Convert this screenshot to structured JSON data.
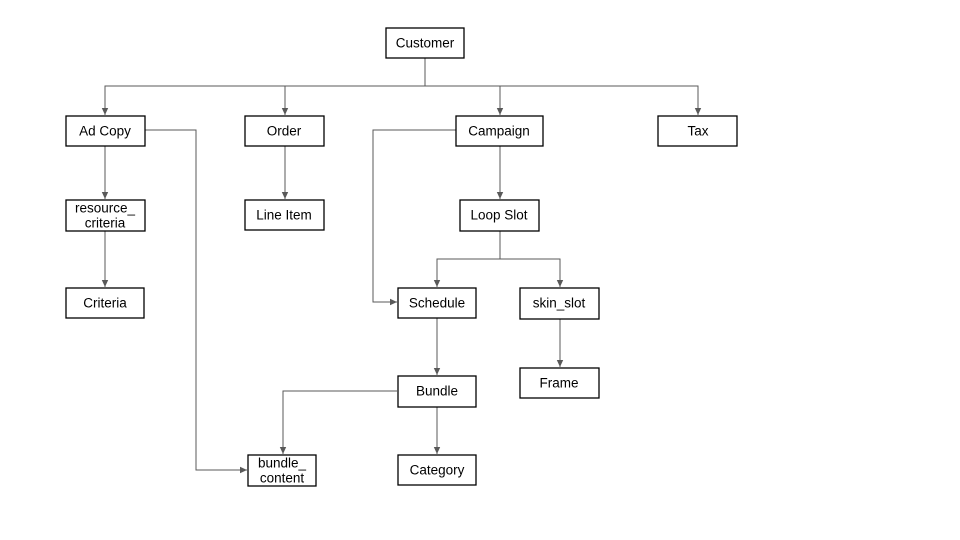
{
  "colors": {
    "box_border": "#000000",
    "box_fill": "#ffffff",
    "connector": "#595959",
    "text": "#000000"
  },
  "nodes": {
    "customer": {
      "lines": [
        "Customer"
      ]
    },
    "ad_copy": {
      "lines": [
        "Ad Copy"
      ]
    },
    "order": {
      "lines": [
        "Order"
      ]
    },
    "campaign": {
      "lines": [
        "Campaign"
      ]
    },
    "tax": {
      "lines": [
        "Tax"
      ]
    },
    "resource_criteria": {
      "lines": [
        "resource_",
        "criteria"
      ]
    },
    "line_item": {
      "lines": [
        "Line Item"
      ]
    },
    "loop_slot": {
      "lines": [
        "Loop Slot"
      ]
    },
    "criteria": {
      "lines": [
        "Criteria"
      ]
    },
    "schedule": {
      "lines": [
        "Schedule"
      ]
    },
    "skin_slot": {
      "lines": [
        "skin_slot"
      ]
    },
    "frame": {
      "lines": [
        "Frame"
      ]
    },
    "bundle": {
      "lines": [
        "Bundle"
      ]
    },
    "bundle_content": {
      "lines": [
        "bundle_",
        "content"
      ]
    },
    "category": {
      "lines": [
        "Category"
      ]
    }
  },
  "edges": [
    {
      "from": "customer",
      "to": "ad_copy"
    },
    {
      "from": "customer",
      "to": "order"
    },
    {
      "from": "customer",
      "to": "campaign"
    },
    {
      "from": "customer",
      "to": "tax"
    },
    {
      "from": "ad_copy",
      "to": "resource_criteria"
    },
    {
      "from": "resource_criteria",
      "to": "criteria"
    },
    {
      "from": "ad_copy",
      "to": "bundle_content"
    },
    {
      "from": "order",
      "to": "line_item"
    },
    {
      "from": "campaign",
      "to": "loop_slot"
    },
    {
      "from": "campaign",
      "to": "schedule"
    },
    {
      "from": "loop_slot",
      "to": "schedule"
    },
    {
      "from": "loop_slot",
      "to": "skin_slot"
    },
    {
      "from": "skin_slot",
      "to": "frame"
    },
    {
      "from": "schedule",
      "to": "bundle"
    },
    {
      "from": "bundle",
      "to": "bundle_content"
    },
    {
      "from": "bundle",
      "to": "category"
    }
  ]
}
